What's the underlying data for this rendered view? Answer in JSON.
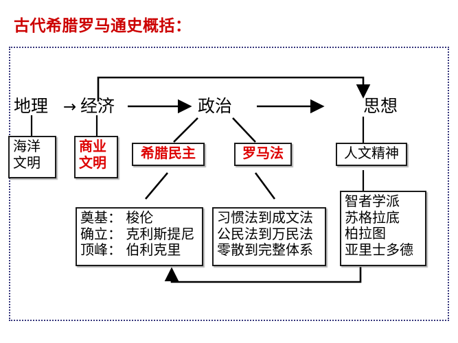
{
  "title": "古代希腊罗马通史概括：",
  "title_color": "#cc0000",
  "accent_red": "#dd0000",
  "border_color": "#33337a",
  "top_chain": {
    "nodes": [
      {
        "key": "geography",
        "label": "地理"
      },
      {
        "key": "economy",
        "label": "经济"
      },
      {
        "key": "politics",
        "label": "政治"
      },
      {
        "key": "thought",
        "label": "思想"
      }
    ],
    "arrow_glyph": "→"
  },
  "boxes": {
    "ocean_civ": {
      "label": "海洋\n文明",
      "color": "black"
    },
    "commerce_civ": {
      "label": "商业\n文明",
      "color": "red"
    },
    "greek_democracy": {
      "label": "希腊民主",
      "color": "red"
    },
    "roman_law": {
      "label": "罗马法",
      "color": "red"
    },
    "humanism": {
      "label": "人文精神",
      "color": "black"
    },
    "democracy_stages": {
      "lines": [
        "奠基： 梭伦",
        "确立： 克利斯提尼",
        "顶峰： 伯利克里"
      ]
    },
    "law_stages": {
      "lines": [
        "习惯法到成文法",
        "公民法到万民法",
        "零散到完整体系"
      ]
    },
    "thinkers": {
      "lines": [
        "智者学派",
        "苏格拉底",
        "柏拉图",
        "亚里士多德"
      ]
    }
  }
}
